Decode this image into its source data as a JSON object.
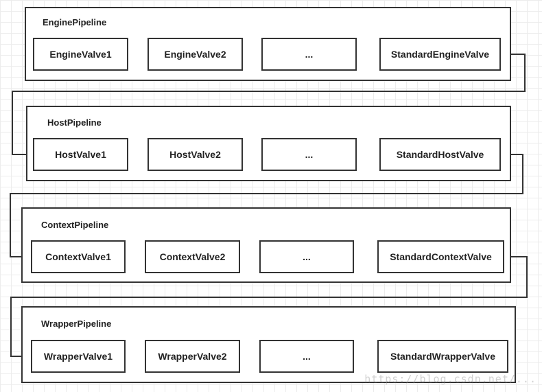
{
  "rows": [
    {
      "title": "EnginePipeline",
      "valves": [
        "EngineValve1",
        "EngineValve2",
        "...",
        "StandardEngineValve"
      ]
    },
    {
      "title": "HostPipeline",
      "valves": [
        "HostValve1",
        "HostValve2",
        "...",
        "StandardHostValve"
      ]
    },
    {
      "title": "ContextPipeline",
      "valves": [
        "ContextValve1",
        "ContextValve2",
        "...",
        "StandardContextValve"
      ]
    },
    {
      "title": "WrapperPipeline",
      "valves": [
        "WrapperValve1",
        "WrapperValve2",
        "...",
        "StandardWrapperValve"
      ]
    }
  ],
  "watermark": "https://blog.csdn.net/..."
}
